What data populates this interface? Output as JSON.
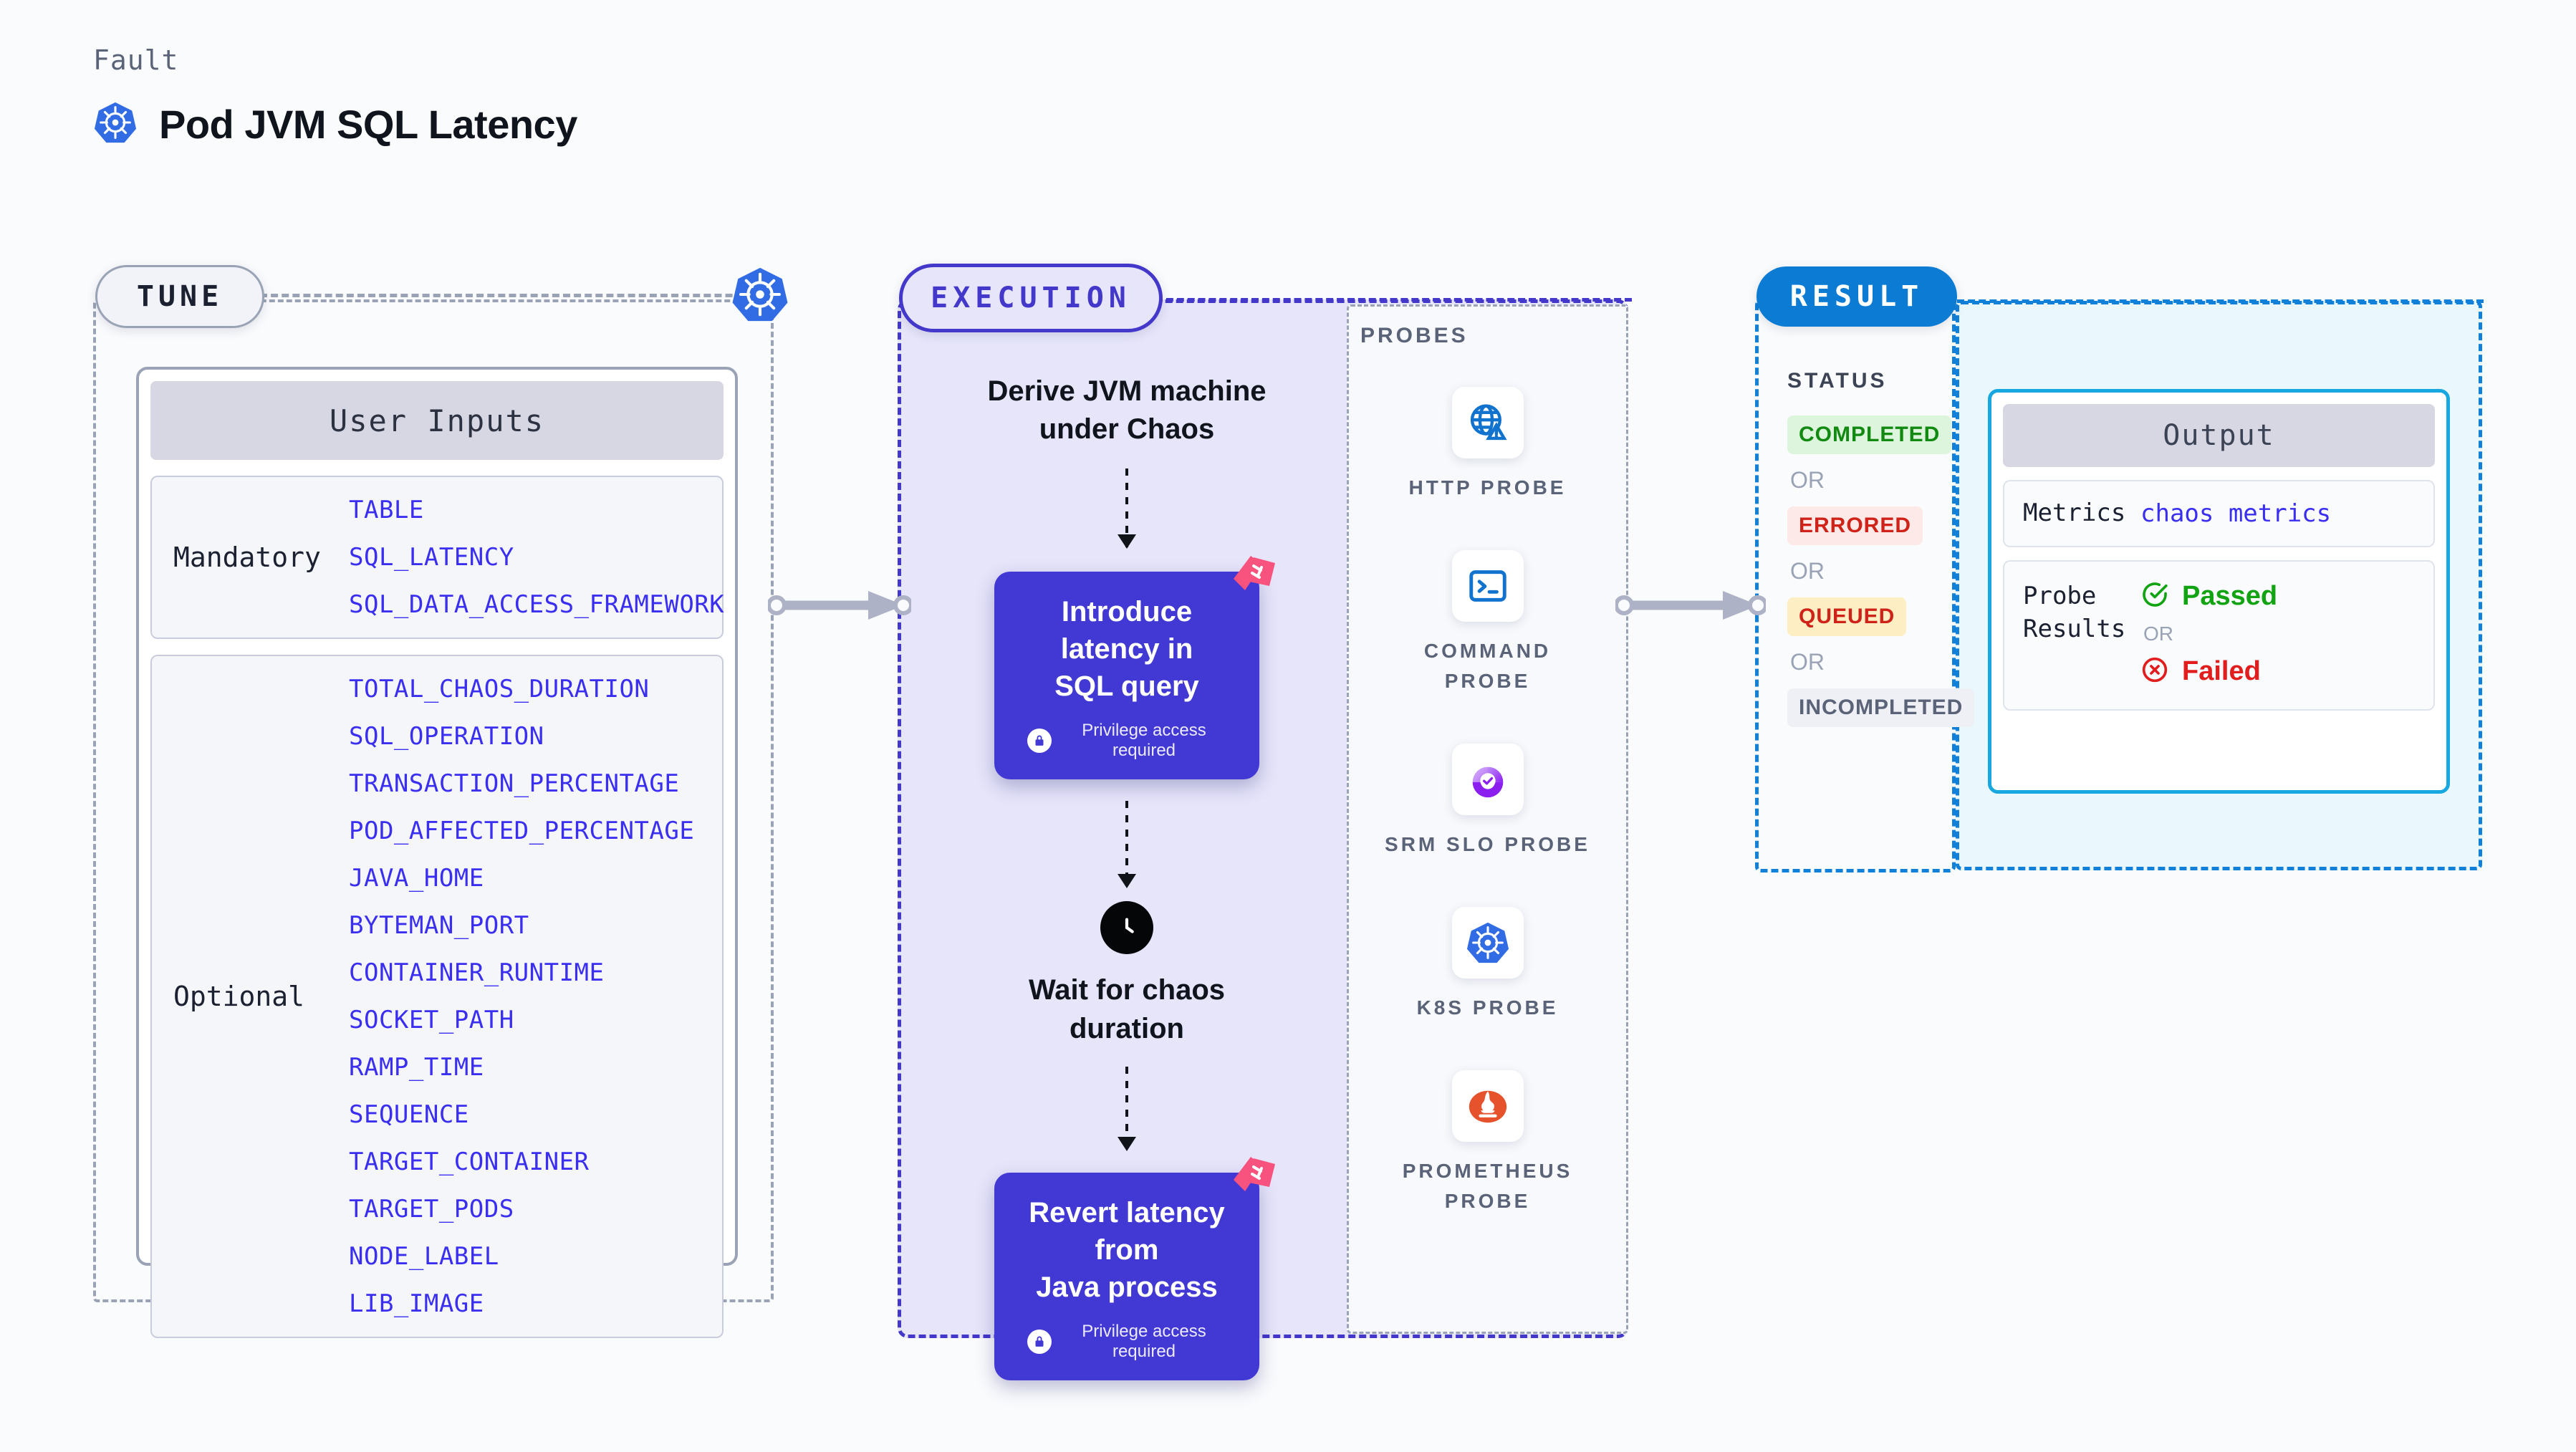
{
  "header": {
    "eyebrow": "Fault",
    "title": "Pod JVM SQL Latency",
    "icon": "kubernetes-icon"
  },
  "phases": {
    "tune": {
      "label": "TUNE",
      "accent": "#9aa3b5"
    },
    "execution": {
      "label": "EXECUTION",
      "accent": "#4338ca"
    },
    "result": {
      "label": "RESULT",
      "accent": "#0b7bd4"
    }
  },
  "tune": {
    "card_title": "User Inputs",
    "groups": [
      {
        "label": "Mandatory",
        "params": [
          "TABLE",
          "SQL_LATENCY",
          "SQL_DATA_ACCESS_FRAMEWORK"
        ]
      },
      {
        "label": "Optional",
        "params": [
          "TOTAL_CHAOS_DURATION",
          "SQL_OPERATION",
          "TRANSACTION_PERCENTAGE",
          "POD_AFFECTED_PERCENTAGE",
          "JAVA_HOME",
          "BYTEMAN_PORT",
          "CONTAINER_RUNTIME",
          "SOCKET_PATH",
          "RAMP_TIME",
          "SEQUENCE",
          "TARGET_CONTAINER",
          "TARGET_PODS",
          "NODE_LABEL",
          "LIB_IMAGE"
        ]
      }
    ],
    "param_color": "#3a2ff0"
  },
  "execution": {
    "steps": [
      {
        "kind": "text",
        "label": "Derive JVM machine\nunder Chaos"
      },
      {
        "kind": "card",
        "label": "Introduce latency in\nSQL query",
        "note": "Privilege access required",
        "icon": "lock-icon",
        "ribbon": "harness-ribbon-icon"
      },
      {
        "kind": "icon-text",
        "icon": "clock-icon",
        "label": "Wait for chaos\nduration"
      },
      {
        "kind": "card",
        "label": "Revert latency from\nJava process",
        "note": "Privilege access required",
        "icon": "lock-icon",
        "ribbon": "harness-ribbon-icon"
      }
    ],
    "card_color": "#4239d4"
  },
  "probes": {
    "title": "PROBES",
    "items": [
      {
        "name": "HTTP PROBE",
        "icon": "globe-warning-icon"
      },
      {
        "name": "COMMAND PROBE",
        "icon": "terminal-icon"
      },
      {
        "name": "SRM SLO PROBE",
        "icon": "srm-slo-icon"
      },
      {
        "name": "K8S PROBE",
        "icon": "kubernetes-icon"
      },
      {
        "name": "PROMETHEUS PROBE",
        "icon": "prometheus-icon"
      }
    ]
  },
  "result": {
    "status_title": "STATUS",
    "or_label": "OR",
    "statuses": [
      {
        "label": "COMPLETED",
        "bg": "#dcf5dc",
        "fg": "#128a12"
      },
      {
        "label": "ERRORED",
        "bg": "#fde9e7",
        "fg": "#cf2218"
      },
      {
        "label": "QUEUED",
        "bg": "#fdeec4",
        "fg": "#cf2218"
      },
      {
        "label": "INCOMPLETED",
        "bg": "#eef0f5",
        "fg": "#5a6377"
      }
    ],
    "output": {
      "title": "Output",
      "metrics_label": "Metrics",
      "metrics_value": "chaos metrics",
      "probe_results_label": "Probe\nResults",
      "passed_label": "Passed",
      "failed_label": "Failed",
      "or_label": "OR",
      "passed_color": "#12a312",
      "failed_color": "#e11d1d"
    }
  }
}
